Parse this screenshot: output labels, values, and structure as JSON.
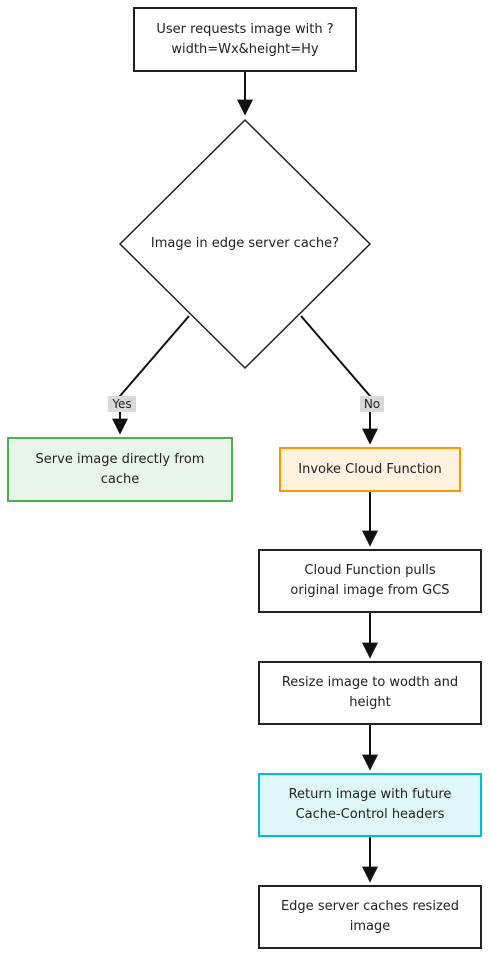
{
  "diagram": {
    "start": "User requests image with ?width=Wx&height=Hy",
    "decision": "Image in edge server cache?",
    "yes_label": "Yes",
    "no_label": "No",
    "serve": "Serve image directly from cache",
    "invoke": "Invoke Cloud Function",
    "pull": "Cloud Function pulls original image from GCS",
    "resize": "Resize image to wodth and height",
    "return_image": "Return image with future Cache-Control headers",
    "edge_cache": "Edge server caches resized image"
  },
  "colors": {
    "serve_fill": "#e8f5e9",
    "serve_border": "#4caf50",
    "invoke_fill": "#fff3e0",
    "invoke_border": "#ff9800",
    "return_fill": "#e0f7fa",
    "return_border": "#00bcd4"
  }
}
